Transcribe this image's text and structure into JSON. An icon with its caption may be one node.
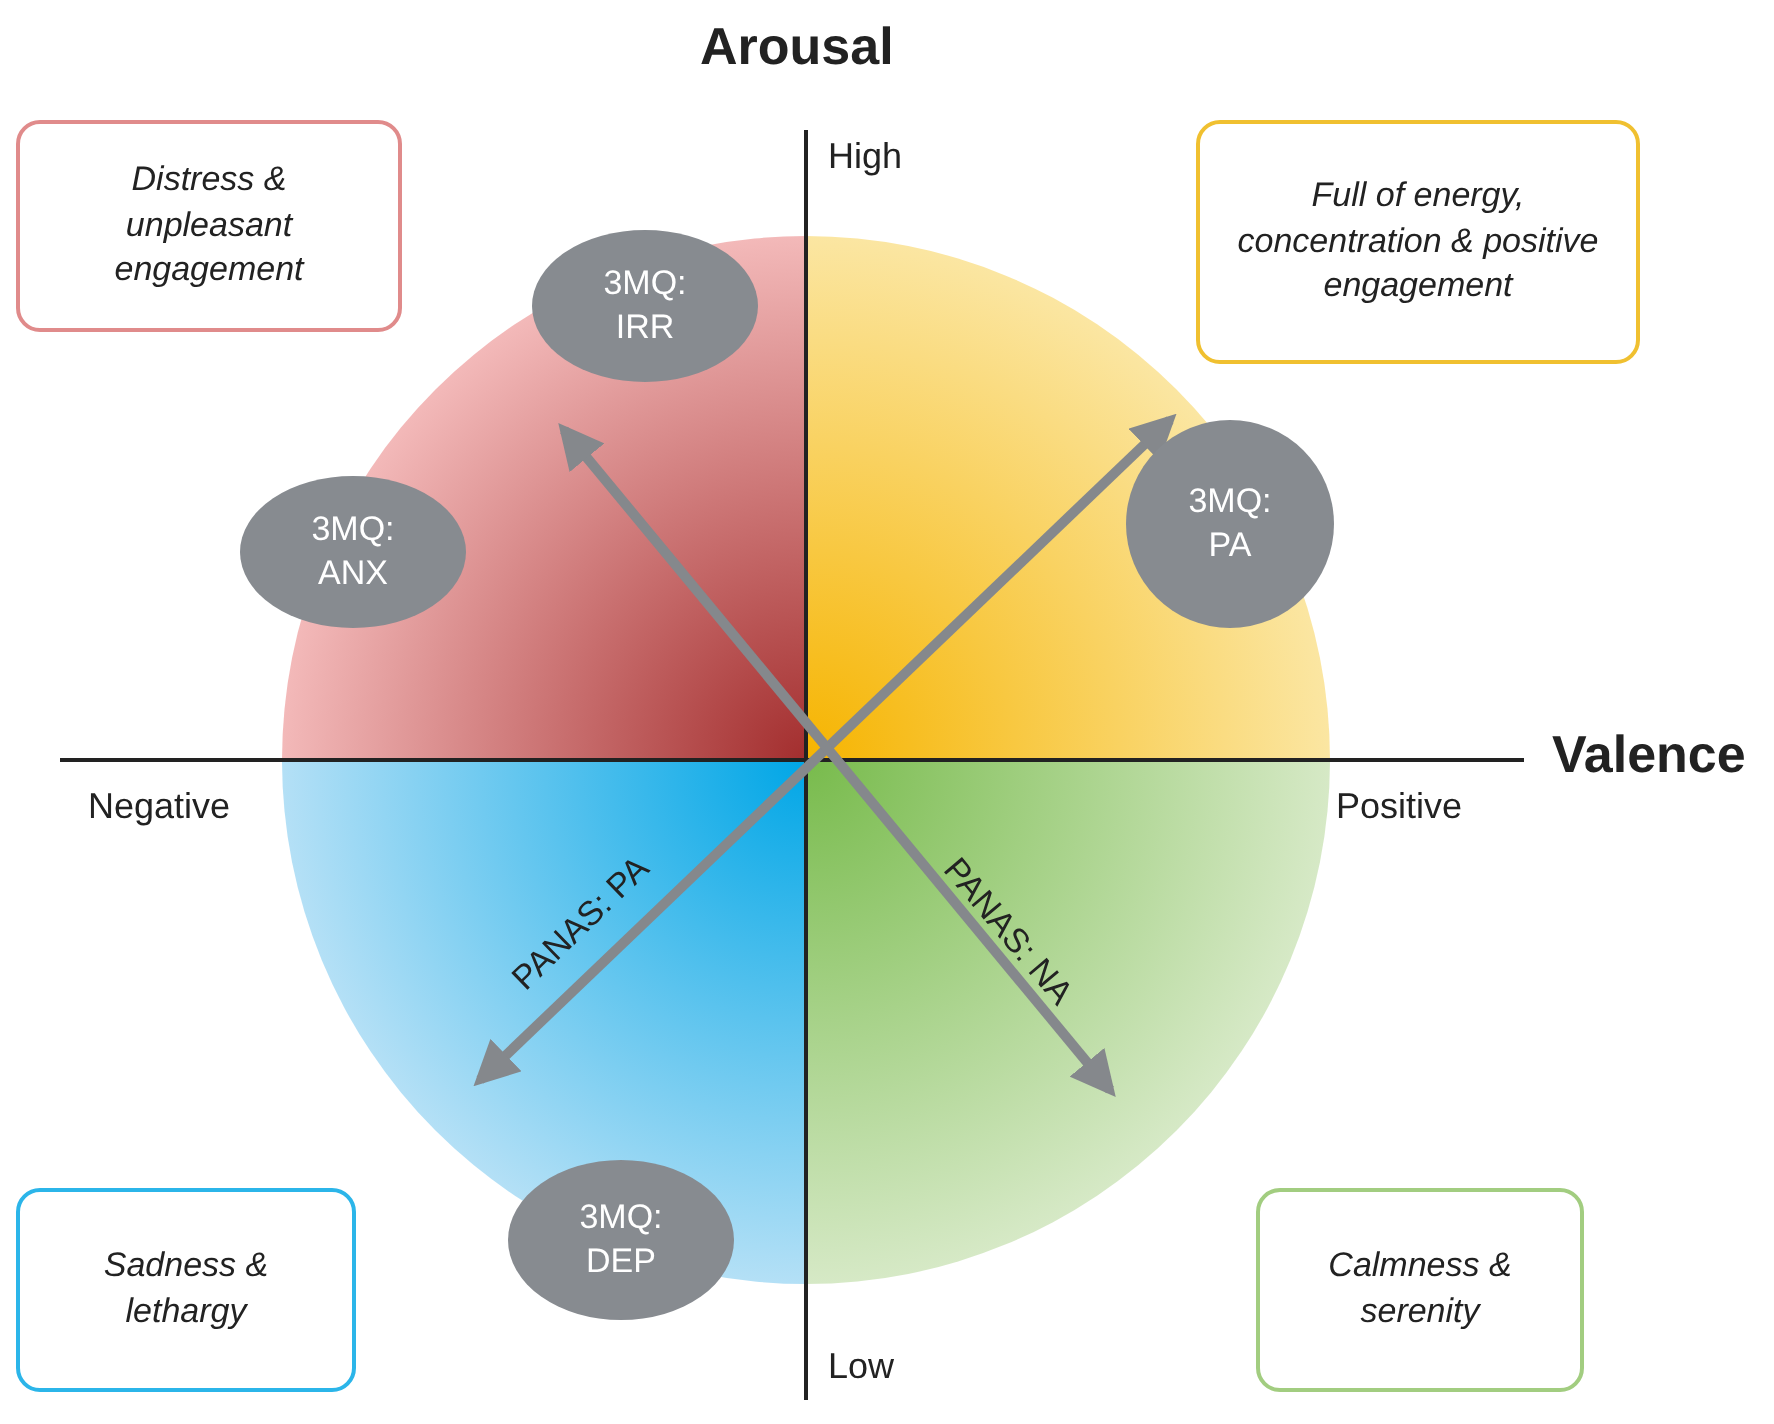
{
  "diagram": {
    "nodes": [
      {
        "text": [
          "Distress & unpleasant engagement"
        ]
      },
      {
        "text": [
          "Full of energy, concentration & positive engagement"
        ]
      },
      {
        "text": [
          "Sadness & lethargy"
        ]
      },
      {
        "text": [
          "Calmness & serenity"
        ]
      },
      {
        "text": [
          "3MQ: IRR"
        ]
      },
      {
        "text": [
          "3MQ: ANX"
        ]
      },
      {
        "text": [
          "3MQ: PA"
        ]
      },
      {
        "text": [
          "3MQ: DEP"
        ]
      }
    ],
    "labels": [
      "Arousal",
      "High",
      "Valence",
      "Negative",
      "Positive",
      "PANAS: PA",
      "PANAS: NA",
      "Low"
    ]
  }
}
